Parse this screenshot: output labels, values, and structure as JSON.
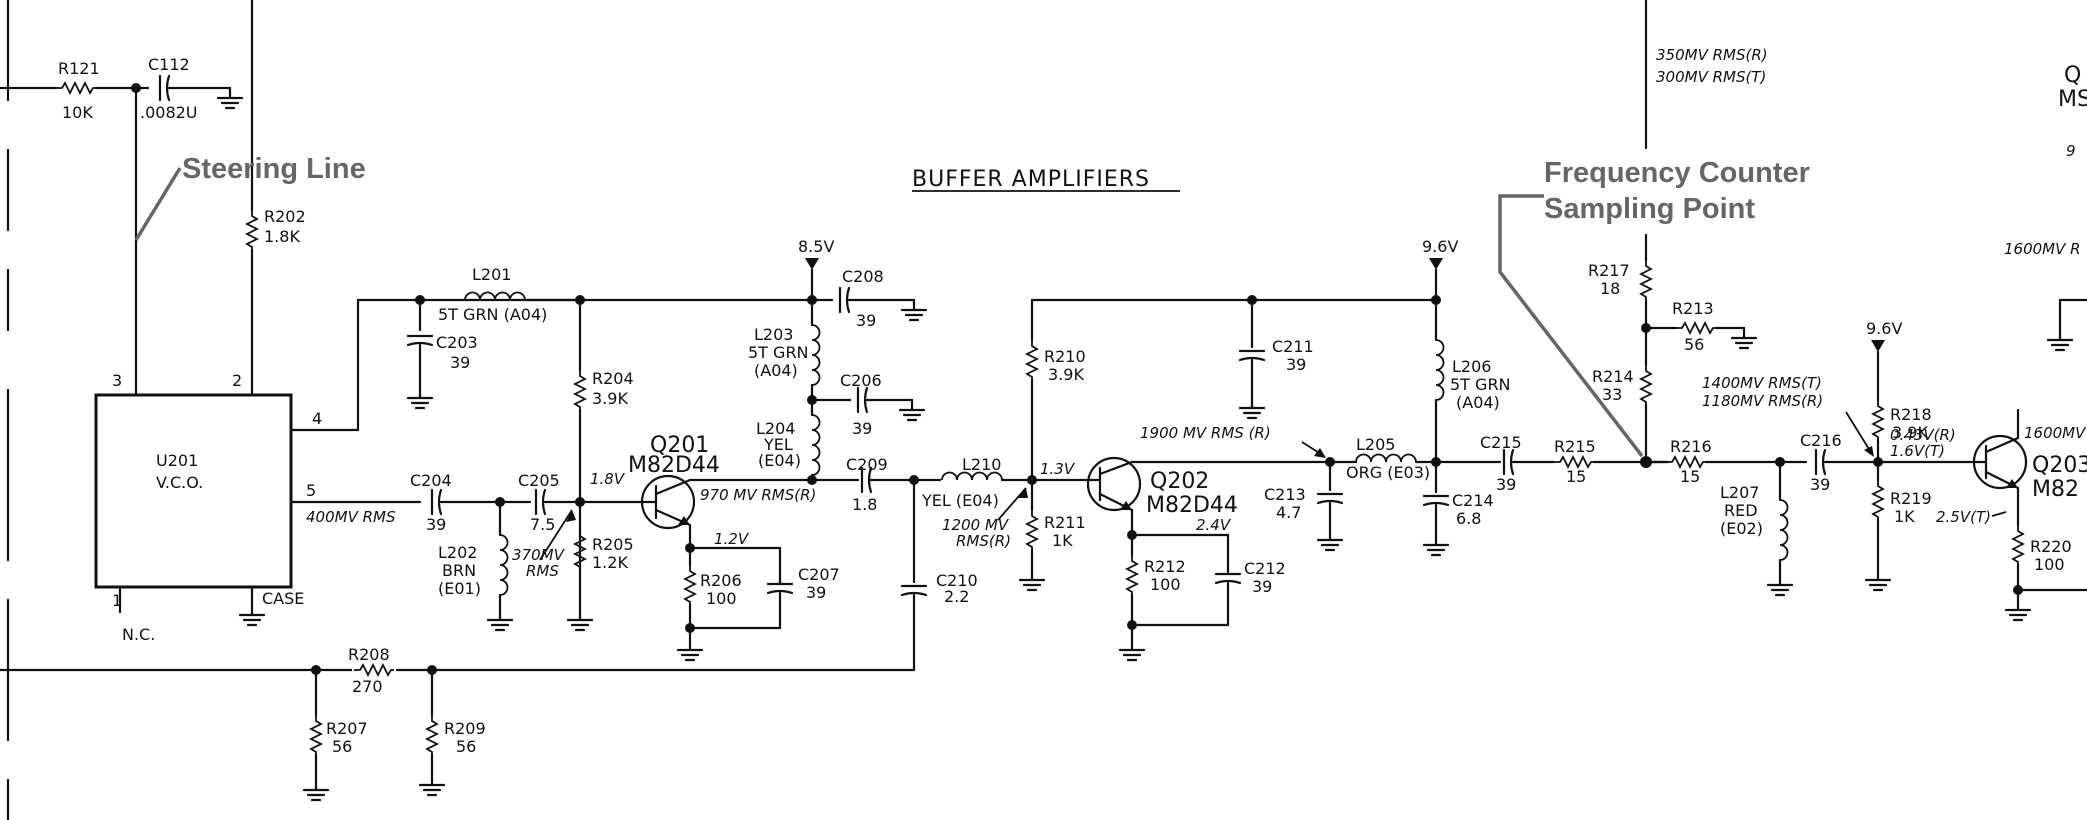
{
  "title": "BUFFER AMPLIFIERS",
  "annotations": {
    "steering": "Steering Line",
    "fc_line1": "Frequency Counter",
    "fc_line2": "Sampling Point"
  },
  "vco": {
    "ref": "U201",
    "name": "V.C.O.",
    "pin1": "1",
    "pin2": "2",
    "pin3": "3",
    "pin4": "4",
    "pin5": "5",
    "case": "CASE",
    "nc": "N.C."
  },
  "rails": {
    "v85": "8.5V",
    "v96a": "9.6V",
    "v96b": "9.6V"
  },
  "parts": {
    "r121": "R121",
    "r121v": "10K",
    "c112": "C112",
    "c112v": ".0082U",
    "r202": "R202",
    "r202v": "1.8K",
    "l201": "L201",
    "l201v": "5T GRN (A04)",
    "c203": "C203",
    "c203v": "39",
    "r204": "R204",
    "r204v": "3.9K",
    "c204": "C204",
    "c204v": "39",
    "c205": "C205",
    "c205v": "7.5",
    "l202": "L202",
    "l202v1": "BRN",
    "l202v2": "(E01)",
    "r205": "R205",
    "r205v": "1.2K",
    "q201": "Q201",
    "q201v": "M82D44",
    "r206": "R206",
    "r206v": "100",
    "c207": "C207",
    "c207v": "39",
    "l203": "L203",
    "l203v1": "5T GRN",
    "l203v2": "(A04)",
    "c208": "C208",
    "c208v": "39",
    "c206": "C206",
    "c206v": "39",
    "l204": "L204",
    "l204v1": "YEL",
    "l204v2": "(E04)",
    "c209": "C209",
    "c209v": "1.8",
    "c210": "C210",
    "c210v": "2.2",
    "l210": "L210",
    "l210v": "YEL (E04)",
    "r208": "R208",
    "r208v": "270",
    "r207": "R207",
    "r207v": "56",
    "r209": "R209",
    "r209v": "56",
    "r210": "R210",
    "r210v": "3.9K",
    "r211": "R211",
    "r211v": "1K",
    "q202": "Q202",
    "q202v": "M82D44",
    "r212": "R212",
    "r212v": "100",
    "c212": "C212",
    "c212v": "39",
    "c211": "C211",
    "c211v": "39",
    "l206": "L206",
    "l206v1": "5T GRN",
    "l206v2": "(A04)",
    "c213": "C213",
    "c213v": "4.7",
    "l205": "L205",
    "l205v": "ORG (E03)",
    "c214": "C214",
    "c214v": "6.8",
    "c215": "C215",
    "c215v": "39",
    "r215": "R215",
    "r215v": "15",
    "r217": "R217",
    "r217v": "18",
    "r213": "R213",
    "r213v": "56",
    "r214": "R214",
    "r214v": "33",
    "r216": "R216",
    "r216v": "15",
    "l207": "L207",
    "l207v1": "RED",
    "l207v2": "(E02)",
    "c216": "C216",
    "c216v": "39",
    "r218": "R218",
    "r218v": "3.9K",
    "r219": "R219",
    "r219v": "1K",
    "q203": "Q203",
    "q203v": "M82",
    "r220": "R220",
    "r220v": "100"
  },
  "levels": {
    "vco_out": "400MV RMS",
    "mv370a": "370MV",
    "mv370b": "RMS",
    "v18": "1.8V",
    "mv970": "970 MV RMS(R)",
    "v12": "1.2V",
    "mv1200a": "1200 MV",
    "mv1200b": "RMS(R)",
    "v13": "1.3V",
    "mv1900": "1900 MV RMS (R)",
    "v24": "2.4V",
    "top1": "350MV RMS(R)",
    "top2": "300MV RMS(T)",
    "mv1400": "1400MV RMS(T)",
    "mv1180": "1180MV RMS(R)",
    "v043": "0.43V(R)",
    "v16": "1.6V(T)",
    "v25": "2.5V(T)",
    "mv1600a": "1600MV",
    "mv1600b": "1600MV R",
    "edge_q": "Q",
    "edge_ms": "MS",
    "edge_9": "9"
  }
}
